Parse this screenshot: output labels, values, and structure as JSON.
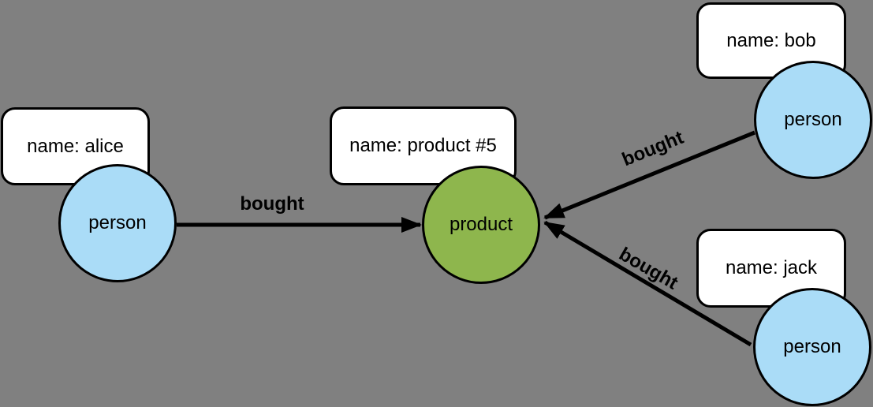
{
  "diagram": {
    "background_color": "#808080",
    "edge_color": "#000000",
    "node_border_color": "#000000",
    "property_box_fill": "#ffffff",
    "text_color": "#000000",
    "person_fill": "#aadcf7",
    "product_fill": "#8eb64d",
    "nodes": {
      "alice": {
        "label": "person",
        "property": "name: alice"
      },
      "product": {
        "label": "product",
        "property": "name: product #5"
      },
      "bob": {
        "label": "person",
        "property": "name: bob"
      },
      "jack": {
        "label": "person",
        "property": "name: jack"
      }
    },
    "edges": {
      "alice_product": {
        "label": "bought",
        "from": "alice",
        "to": "product"
      },
      "bob_product": {
        "label": "bought",
        "from": "bob",
        "to": "product"
      },
      "jack_product": {
        "label": "bought",
        "from": "jack",
        "to": "product"
      }
    }
  }
}
